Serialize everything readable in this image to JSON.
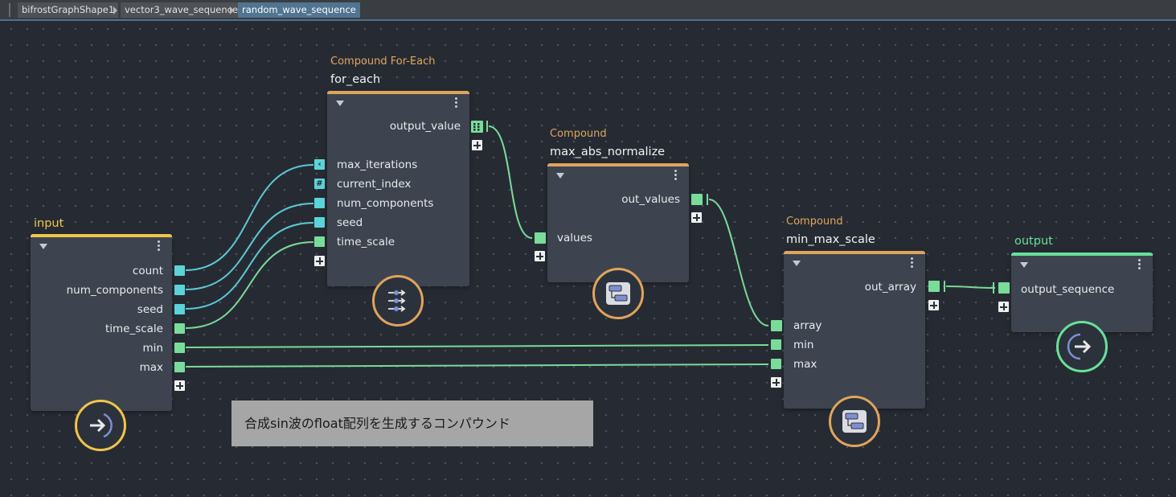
{
  "breadcrumb": [
    "bifrostGraphShape1",
    "vector3_wave_sequence",
    "random_wave_sequence"
  ],
  "colors": {
    "background": "#262b33",
    "node_body": "#3d4450",
    "compound_accent": "#e0a45c",
    "input_accent": "#f0c54a",
    "output_accent": "#69e09a",
    "port_cyan": "#5bd3d8",
    "port_green": "#79dc9a",
    "wire_cyan": "#5cc9d4",
    "wire_green": "#7ad99a"
  },
  "nodes": {
    "input": {
      "name": "input",
      "outputs": [
        "count",
        "num_components",
        "seed",
        "time_scale",
        "min",
        "max"
      ],
      "badge_icon": "arrow-right-into-arc-icon"
    },
    "for_each": {
      "category": "Compound For-Each",
      "name": "for_each",
      "outputs": [
        "output_value"
      ],
      "inputs": [
        "max_iterations",
        "current_index",
        "num_components",
        "seed",
        "time_scale"
      ],
      "badge_icon": "iteration-arrows-icon"
    },
    "max_abs_normalize": {
      "category": "Compound",
      "name": "max_abs_normalize",
      "outputs": [
        "out_values"
      ],
      "inputs": [
        "values"
      ],
      "badge_icon": "compound-icon"
    },
    "min_max_scale": {
      "category": "Compound",
      "name": "min_max_scale",
      "outputs": [
        "out_array"
      ],
      "inputs": [
        "array",
        "min",
        "max"
      ],
      "badge_icon": "compound-icon"
    },
    "output": {
      "name": "output",
      "inputs": [
        "output_sequence"
      ],
      "badge_icon": "arrow-right-circle-icon"
    }
  },
  "comment": "合成sin波のfloat配列を生成するコンパウンド"
}
